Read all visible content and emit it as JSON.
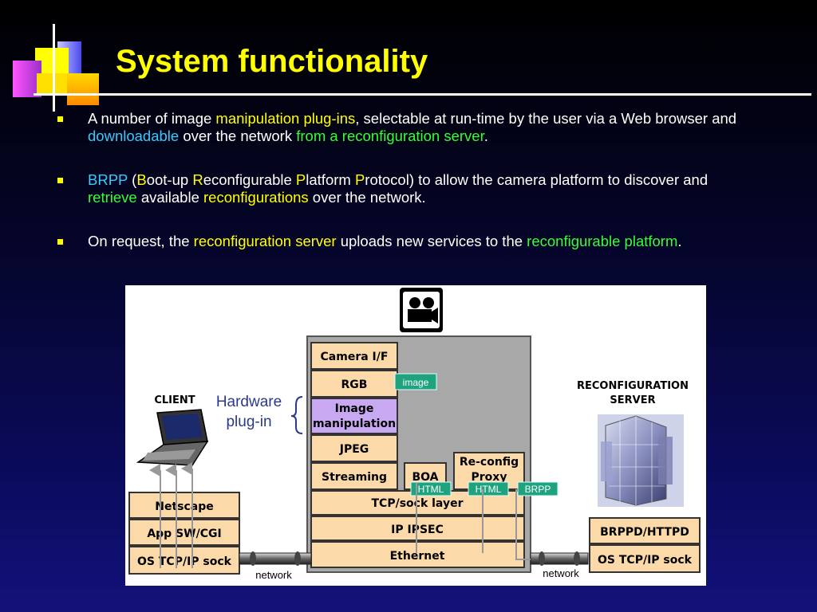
{
  "title": "System functionality",
  "bullets": [
    {
      "segments": [
        {
          "text": "A number of image ",
          "color": "white"
        },
        {
          "text": "manipulation plug-ins",
          "color": "yellow"
        },
        {
          "text": ", selectable at run-time by the user via a Web browser and ",
          "color": "white"
        },
        {
          "text": "downloadable",
          "color": "cyan"
        },
        {
          "text": " over the network ",
          "color": "white"
        },
        {
          "text": "from a reconfiguration server",
          "color": "green"
        },
        {
          "text": ".",
          "color": "white"
        }
      ]
    },
    {
      "segments": [
        {
          "text": "BRPP",
          "color": "cyan"
        },
        {
          "text": " (",
          "color": "white"
        },
        {
          "text": "B",
          "color": "yellow"
        },
        {
          "text": "oot-up ",
          "color": "white"
        },
        {
          "text": "R",
          "color": "yellow"
        },
        {
          "text": "econfigurable ",
          "color": "white"
        },
        {
          "text": "P",
          "color": "yellow"
        },
        {
          "text": "latform ",
          "color": "white"
        },
        {
          "text": "P",
          "color": "yellow"
        },
        {
          "text": "rotocol) to allow the camera platform to discover and ",
          "color": "white"
        },
        {
          "text": "retrieve",
          "color": "green"
        },
        {
          "text": " available ",
          "color": "white"
        },
        {
          "text": "reconfigurations",
          "color": "yellow"
        },
        {
          "text": " over the network.",
          "color": "white"
        }
      ]
    },
    {
      "segments": [
        {
          "text": "On request, the ",
          "color": "white"
        },
        {
          "text": "reconfiguration server",
          "color": "yellow"
        },
        {
          "text": " uploads new services to the ",
          "color": "white"
        },
        {
          "text": "reconfigurable platform",
          "color": "green"
        },
        {
          "text": ".",
          "color": "white"
        }
      ]
    }
  ],
  "diagram": {
    "client_label": "CLIENT",
    "hardware_plugin": [
      "Hardware",
      "plug-in"
    ],
    "server_label": [
      "RECONFIGURATION",
      "SERVER"
    ],
    "camera_stack": {
      "camera_if": "Camera I/F",
      "rgb": "RGB",
      "image_manipulation": [
        "Image",
        "manipulation"
      ],
      "jpeg": "JPEG",
      "streaming": "Streaming",
      "boa": "BOA",
      "reconfig_proxy": [
        "Re-config",
        "Proxy"
      ],
      "tcp_sock": "TCP/sock layer",
      "ip_ipsec": "IP IPSEC",
      "ethernet": "Ethernet"
    },
    "tags": {
      "image": "image",
      "html1": "HTML",
      "html2": "HTML",
      "brpp": "BRPP"
    },
    "client_stack": {
      "netscape": "Netscape",
      "app": "App SW/CGI",
      "os": "OS TCP/IP sock"
    },
    "server_stack": {
      "httpd": "BRPPD/HTTPD",
      "os": "OS TCP/IP sock"
    },
    "network_left": "network",
    "network_right": "network",
    "colors": {
      "box_fill": "#fcd9a8",
      "image_manip_fill": "#c9a8f2",
      "tag_fill": "#1fa37f",
      "gray_panel": "#a8a8a8"
    }
  }
}
